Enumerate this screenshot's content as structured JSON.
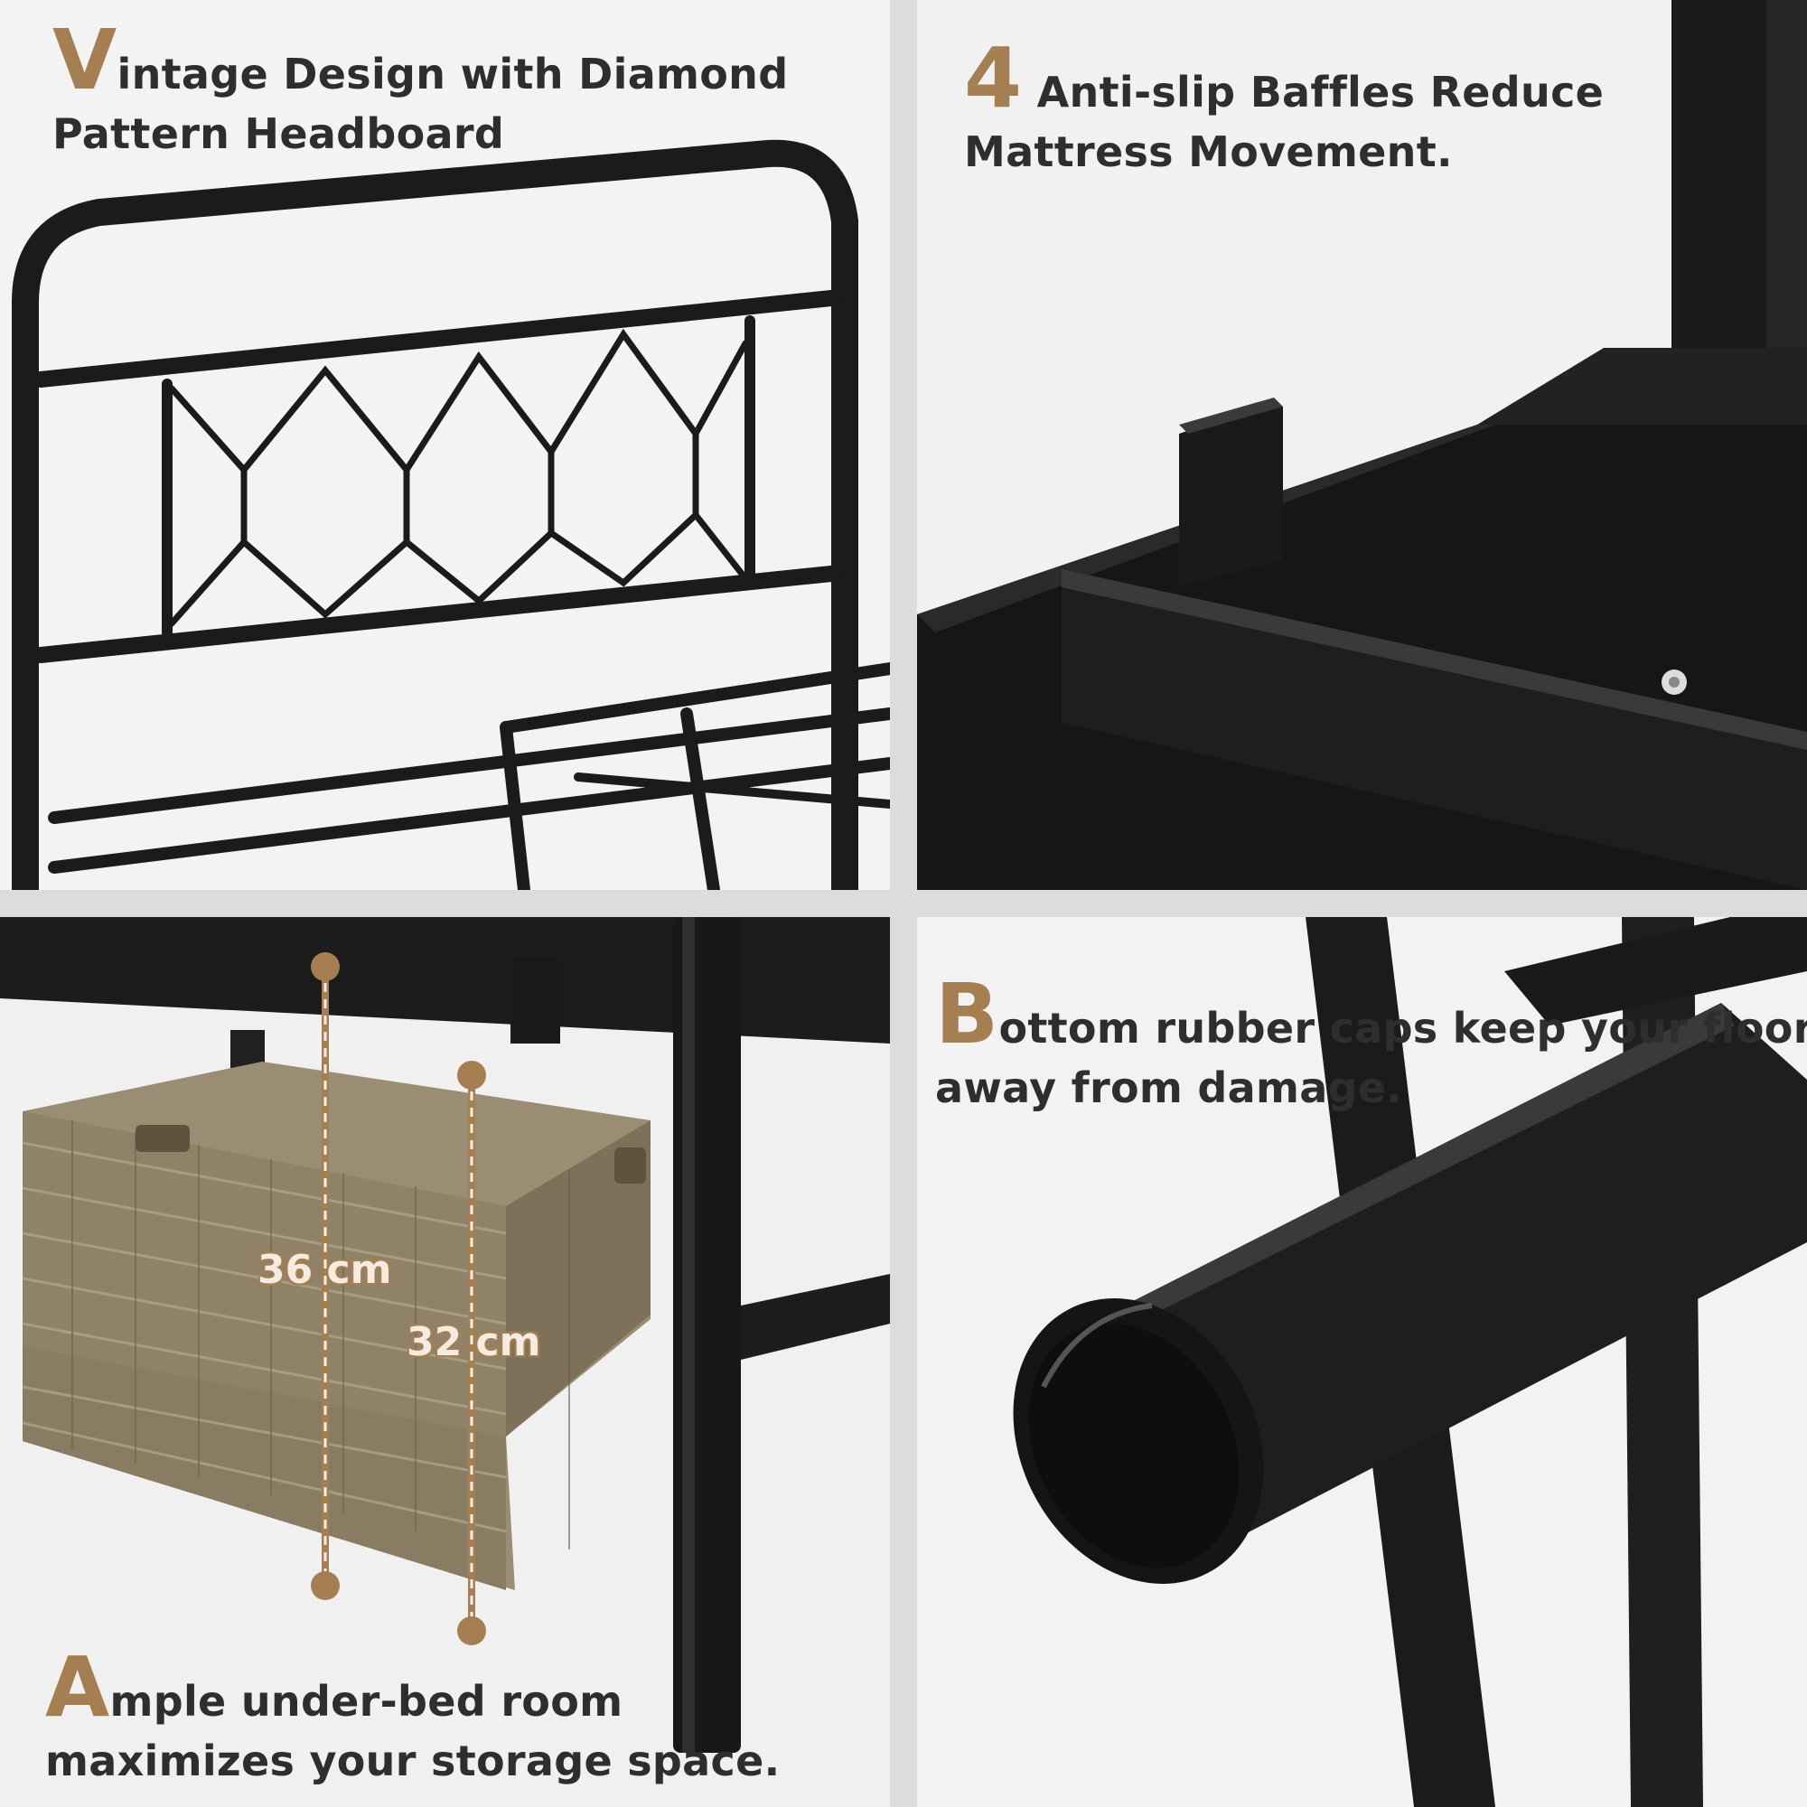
{
  "panels": {
    "headboard": {
      "initial": "V",
      "line1_rest": "intage Design with Diamond",
      "line2": "Pattern Headboard"
    },
    "baffles": {
      "initial": "4",
      "line1_rest": " Anti-slip Baffles Reduce",
      "line2": "Mattress Movement."
    },
    "storage": {
      "initial": "A",
      "line1_rest": "mple under-bed room",
      "line2": "maximizes your storage space.",
      "dim_tall": "36 cm",
      "dim_short": "32 cm"
    },
    "caps": {
      "initial": "B",
      "line1_rest": "ottom rubber caps keep your floor",
      "line2": "away from damage."
    }
  },
  "colors": {
    "accent": "#a57e52",
    "metal": "#1c1c1c",
    "text": "#2e2e2e",
    "divider": "#dcdcdc"
  }
}
